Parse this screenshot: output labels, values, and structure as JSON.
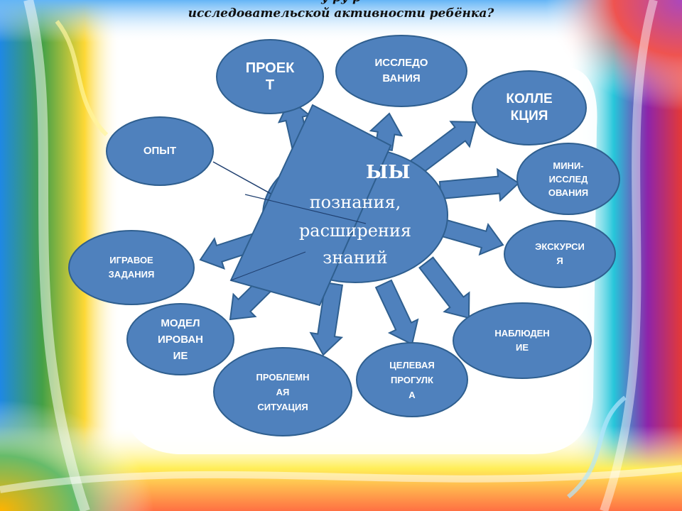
{
  "heading": {
    "line1": "у                                        ру                               р",
    "line2": "исследовательской активности ребёнка?"
  },
  "center": {
    "line1": "ЫЫ",
    "line2": "познания,",
    "line3": "расширения",
    "line4": "знаний"
  },
  "nodes": {
    "project": "ПРОЕК\nТ",
    "research": "ИССЛЕДО\nВАНИЯ",
    "collection": "КОЛЛЕ\nКЦИЯ",
    "experience": "ОПЫТ",
    "mini_research": "МИНИ-\nИССЛЕД\nОВАНИЯ",
    "game_task": "ИГРАВОЕ\nЗАДАНИЯ",
    "excursion": "ЭКСКУРСИ\nЯ",
    "modeling": "МОДЕЛ\nИРОВАН\nИЕ",
    "observation": "НАБЛЮДЕН\nИЕ",
    "problem_situation": "ПРОБЛЕМН\nАЯ\nСИТУАЦИЯ",
    "target_walk": "ЦЕЛЕВАЯ\nПРОГУЛК\nА"
  },
  "colors": {
    "node_fill": "#4f81bd",
    "node_stroke": "#2f5f8f",
    "text": "#ffffff"
  }
}
